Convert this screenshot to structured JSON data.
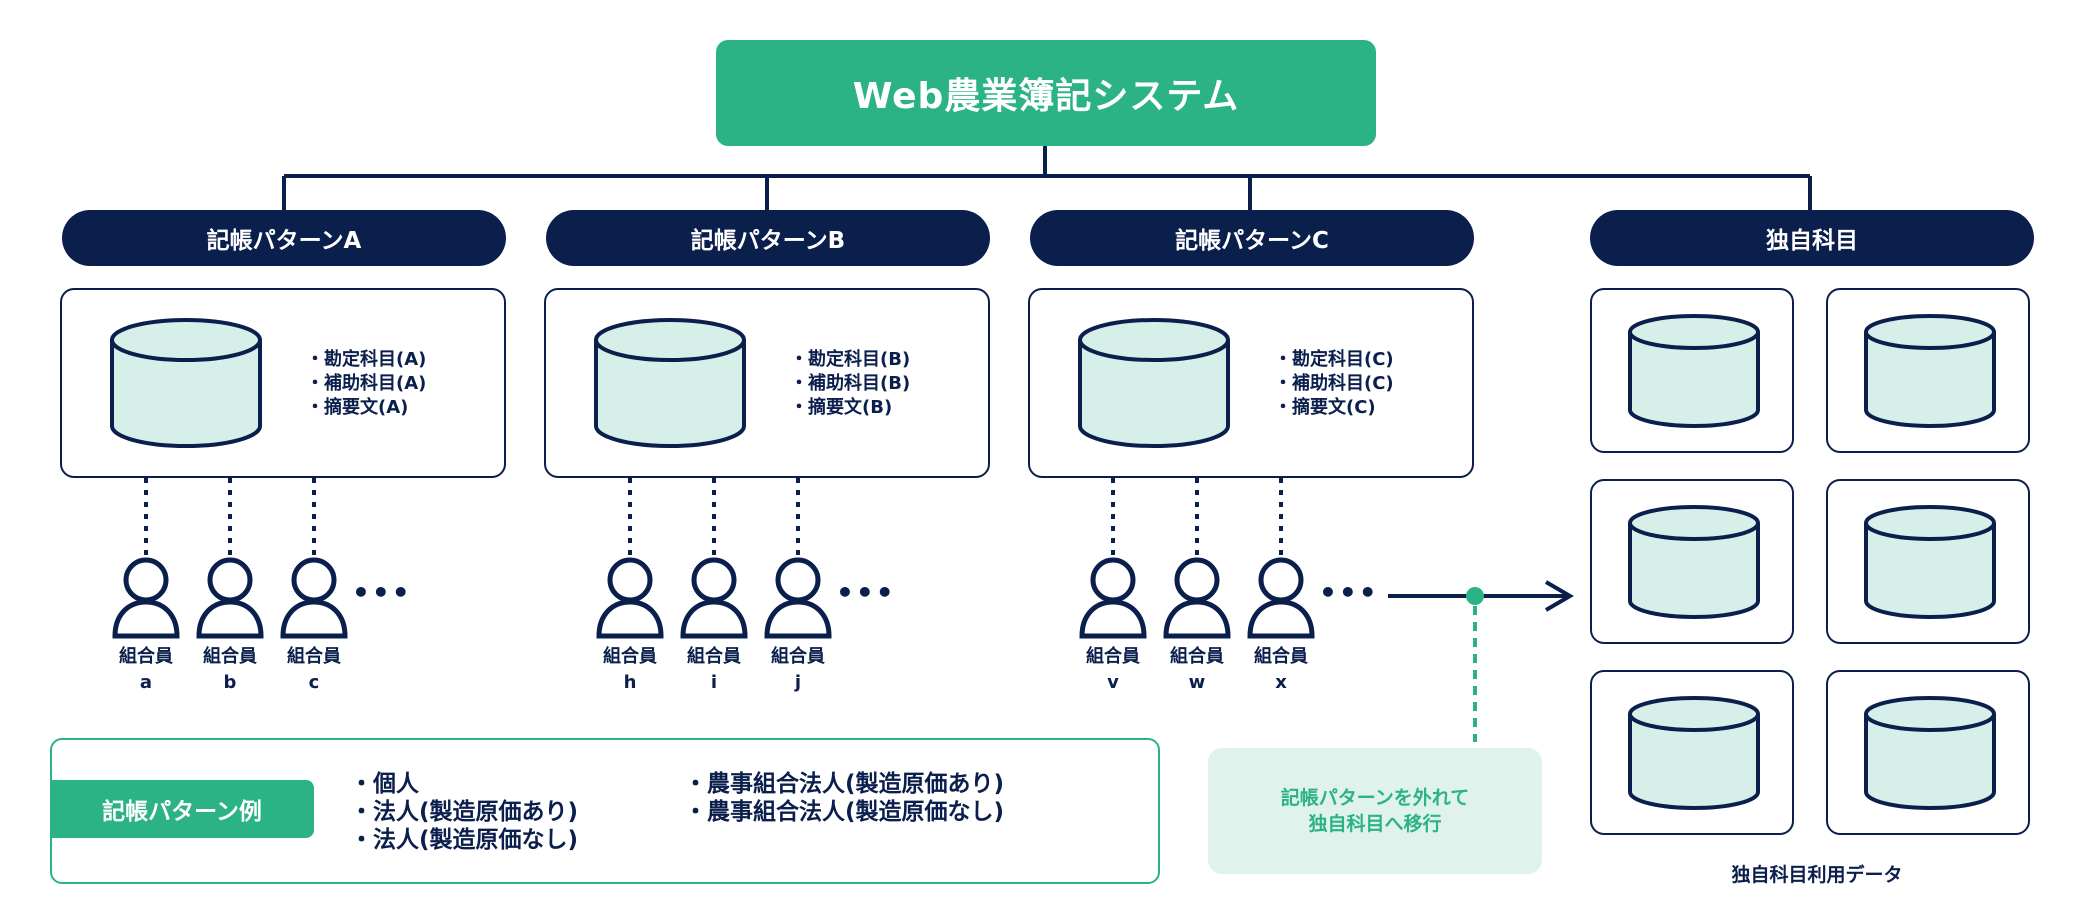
{
  "title": "Web農業簿記システム",
  "colors": {
    "navy": "#0b1f4d",
    "green": "#2bb386",
    "cylinder_fill": "#d6efe8",
    "migrate_bg": "#dff2ec"
  },
  "patterns": [
    {
      "label": "記帳パターンA",
      "items": [
        "勘定科目(A)",
        "補助科目(A)",
        "摘要文(A)"
      ],
      "member_title": "組合員",
      "members": [
        "a",
        "b",
        "c"
      ],
      "more": "•••"
    },
    {
      "label": "記帳パターンB",
      "items": [
        "勘定科目(B)",
        "補助科目(B)",
        "摘要文(B)"
      ],
      "member_title": "組合員",
      "members": [
        "h",
        "i",
        "j"
      ],
      "more": "•••"
    },
    {
      "label": "記帳パターンC",
      "items": [
        "勘定科目(C)",
        "補助科目(C)",
        "摘要文(C)"
      ],
      "member_title": "組合員",
      "members": [
        "v",
        "w",
        "x"
      ],
      "more": "•••"
    }
  ],
  "custom": {
    "label": "独自科目",
    "caption": "独自科目利用データ",
    "box_count": 6
  },
  "migrate": {
    "line1": "記帳パターンを外れて",
    "line2": "独自科目へ移行"
  },
  "legend": {
    "tag": "記帳パターン例",
    "col1": [
      "個人",
      "法人(製造原価あり)",
      "法人(製造原価なし)"
    ],
    "col2": [
      "農事組合法人(製造原価あり)",
      "農事組合法人(製造原価なし)"
    ]
  }
}
